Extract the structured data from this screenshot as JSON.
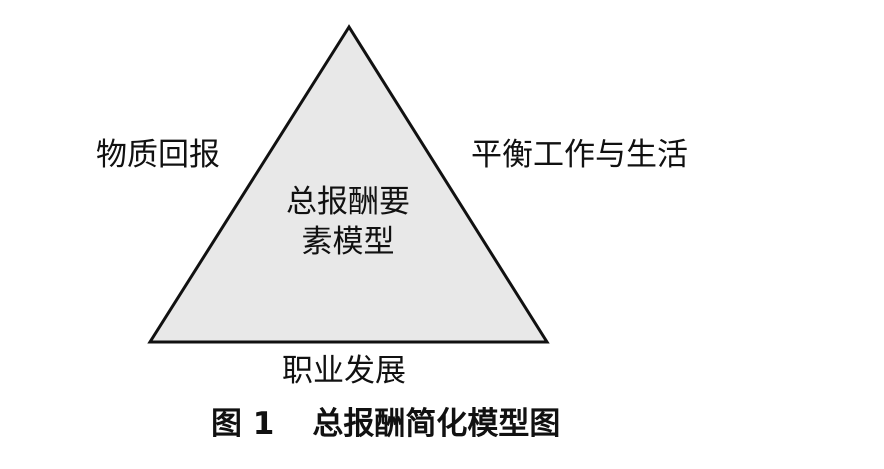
{
  "diagram": {
    "center_line1": "总报酬要",
    "center_line2": "素模型",
    "left_label": "物质回报",
    "right_label": "平衡工作与生活",
    "bottom_label": "职业发展",
    "triangle_fill": "#e8e8e8",
    "triangle_stroke": "#111111"
  },
  "caption": {
    "figure_number": "图 1",
    "title": "总报酬简化模型图"
  }
}
